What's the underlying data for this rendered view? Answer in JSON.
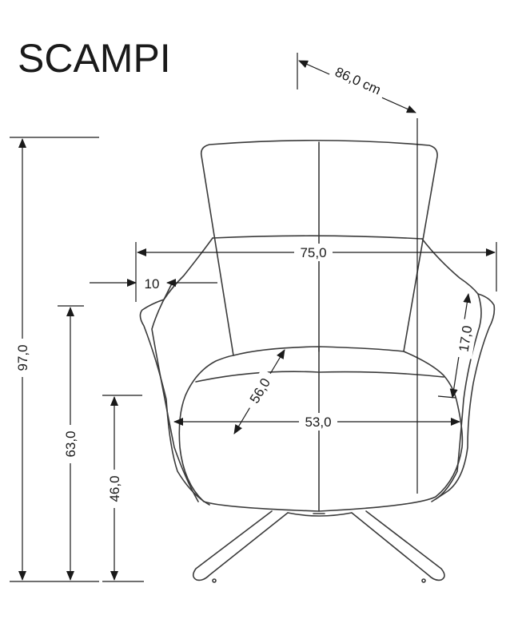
{
  "product": {
    "name": "SCAMPI"
  },
  "dimensions": {
    "depth": "86,0 cm",
    "width": "75,0",
    "armrest_offset": "10",
    "armrest_height": "17,0",
    "seat_depth": "56,0",
    "seat_width": "53,0",
    "total_height": "97,0",
    "armrest_floor_height": "63,0",
    "seat_height": "46,0"
  },
  "colors": {
    "line": "#1a1a1a",
    "chair": "#3a3a3a",
    "background": "#ffffff"
  }
}
